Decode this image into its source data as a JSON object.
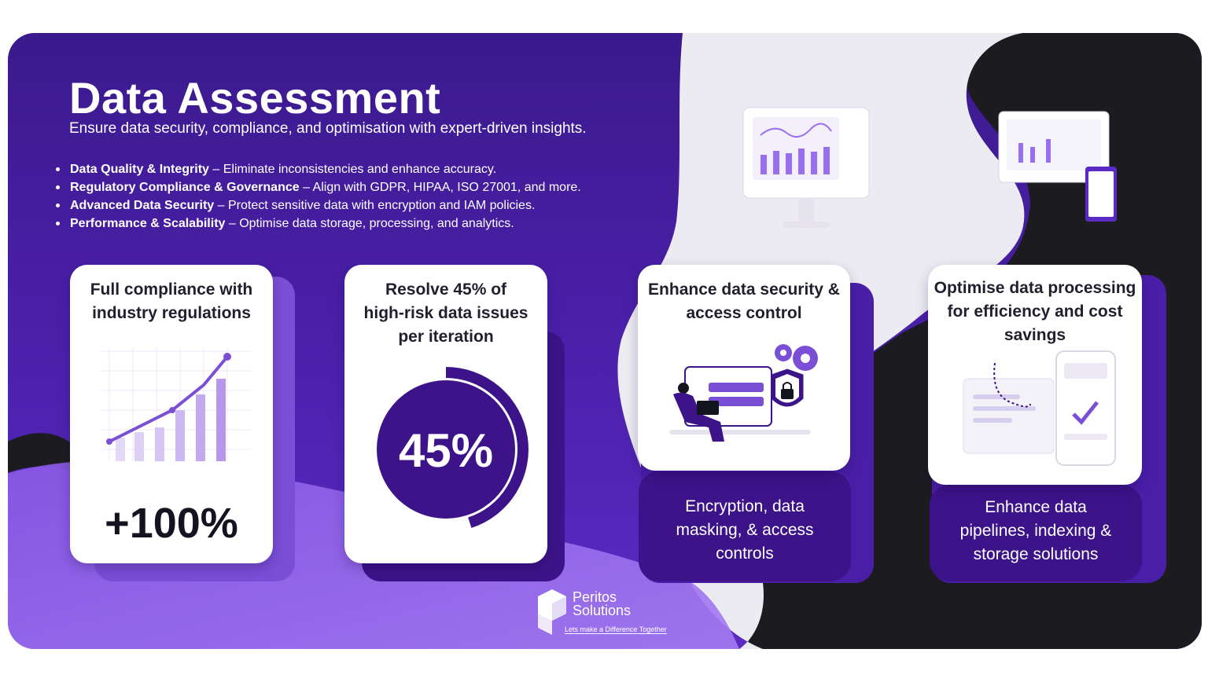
{
  "header": {
    "title": "Data Assessment",
    "subtitle": "Ensure data security, compliance, and optimisation with expert-driven insights."
  },
  "bullets": [
    {
      "label": "Data Quality & Integrity",
      "text": " – Eliminate inconsistencies and enhance accuracy."
    },
    {
      "label": "Regulatory Compliance & Governance",
      "text": " – Align with GDPR, HIPAA, ISO 27001, and more."
    },
    {
      "label": "Advanced Data Security",
      "text": " – Protect sensitive data with encryption and IAM policies."
    },
    {
      "label": "Performance & Scalability",
      "text": " – Optimise data storage, processing, and analytics."
    }
  ],
  "cards": {
    "compliance": {
      "title_line1": "Full compliance with",
      "title_line2": "industry regulations",
      "stat": "+100%"
    },
    "risk": {
      "title_line1": "Resolve 45% of",
      "title_line2": "high-risk data issues",
      "title_line3": "per iteration",
      "stat": "45%",
      "progress_percent": 45
    },
    "security": {
      "title_line1": "Enhance data security &",
      "title_line2": "access control",
      "detail_line1": "Encryption, data",
      "detail_line2": "masking, & access",
      "detail_line3": "controls"
    },
    "processing": {
      "title_line1": "Optimise data processing",
      "title_line2": "for efficiency and cost",
      "title_line3": "savings",
      "detail_line1": "Enhance data",
      "detail_line2": "pipelines, indexing &",
      "detail_line3": "storage solutions"
    }
  },
  "brand": {
    "name_line1": "Peritos",
    "name_line2": "Solutions",
    "tagline": "Lets make a Difference Together"
  },
  "colors": {
    "primary_purple": "#4a1fa8",
    "dark_purple": "#3c1389",
    "light_purple": "#7a4fd6",
    "accent_dark": "#1c1c20",
    "light_gray": "#ecebf1"
  }
}
